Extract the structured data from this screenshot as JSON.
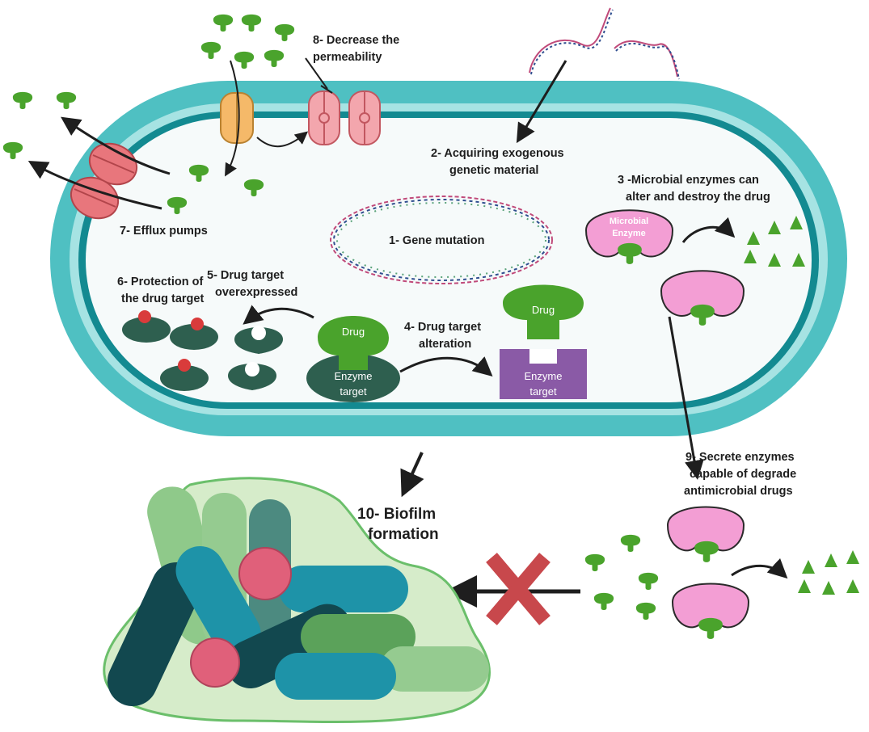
{
  "labels": {
    "gene_mutation": "1- Gene mutation",
    "exogenous_l1": "2- Acquiring exogenous",
    "exogenous_l2": "genetic material",
    "enzymes_l1": "3 -Microbial enzymes can",
    "enzymes_l2": "alter and destroy the drug",
    "alteration_l1": "4- Drug target",
    "alteration_l2": "alteration",
    "overexpressed_l1": "5- Drug target",
    "overexpressed_l2": "overexpressed",
    "protection_l1": "6- Protection of",
    "protection_l2": "the drug target",
    "efflux": "7- Efflux pumps",
    "permeability_l1": "8- Decrease the",
    "permeability_l2": "permeability",
    "secrete_l1": "9- Secrete enzymes",
    "secrete_l2": "capable of degrade",
    "secrete_l3": "antimicrobial drugs",
    "biofilm_l1": "10- Biofilm",
    "biofilm_l2": "formation"
  },
  "inner_text": {
    "drug": "Drug",
    "enzyme": "Enzyme",
    "target": "target",
    "microbial": "Microbial",
    "enzyme_label": "Enzyme"
  },
  "colors": {
    "cell_wall": "#4fc0c2",
    "cell_wall_dark": "#138a91",
    "drug_green": "#4aa32c",
    "dark_target": "#2e5f4f",
    "purple_target": "#8a5aa6",
    "microbial_pink": "#f39ed4",
    "pump_red": "#e8767c",
    "channel_orange": "#f5b969",
    "block_x": "#c8484c"
  }
}
